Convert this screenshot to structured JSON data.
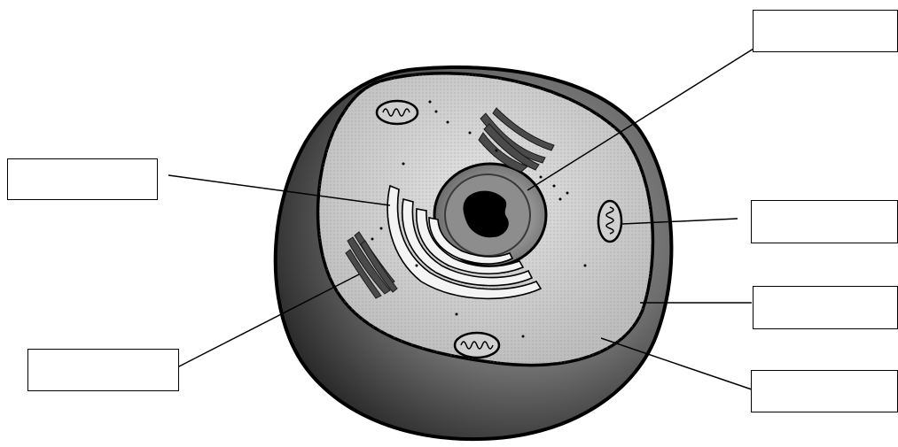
{
  "diagram": {
    "subject": "animal-cell",
    "labels": [
      {
        "id": "nucleus-label",
        "text": ""
      },
      {
        "id": "golgi-label",
        "text": ""
      },
      {
        "id": "rough-er-label",
        "text": ""
      },
      {
        "id": "mitochondrion-label",
        "text": ""
      },
      {
        "id": "cell-membrane-label",
        "text": ""
      },
      {
        "id": "cytoplasm-label",
        "text": ""
      }
    ],
    "colors": {
      "membrane": "#000000",
      "cytoplasm_light": "#d6d6d6",
      "cell_shadow": "#2e2e2e",
      "organelle_dark": "#4a4a4a",
      "nucleolus": "#000000",
      "background": "#ffffff"
    }
  }
}
